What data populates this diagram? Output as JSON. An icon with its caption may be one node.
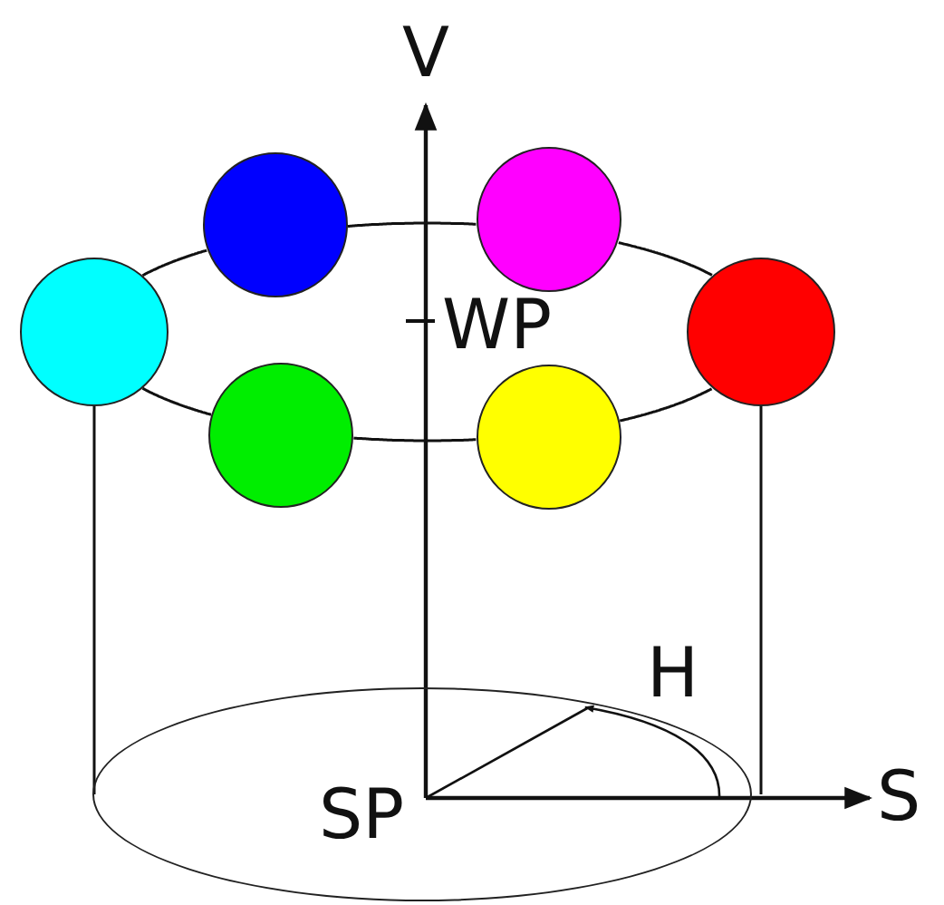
{
  "diagram": {
    "nodes": [
      {
        "text": [],
        "shape": "circle"
      },
      {
        "text": [],
        "shape": "circle"
      },
      {
        "text": [],
        "shape": "circle"
      },
      {
        "text": [],
        "shape": "circle"
      },
      {
        "text": [],
        "shape": "circle"
      },
      {
        "text": [],
        "shape": "circle"
      },
      {
        "text": [],
        "shape": "ellipse"
      }
    ],
    "edges": [
      {
        "from": 2,
        "to": 0,
        "arrow": "none"
      },
      {
        "from": 0,
        "to": 1,
        "arrow": "none"
      },
      {
        "from": 1,
        "to": 3,
        "arrow": "none"
      },
      {
        "from": 3,
        "to": 5,
        "arrow": "none"
      },
      {
        "from": 5,
        "to": 4,
        "arrow": "none"
      },
      {
        "from": 4,
        "to": 2,
        "arrow": "none"
      },
      {
        "from": 2,
        "to": 6,
        "arrow": "none"
      },
      {
        "from": 3,
        "to": 6,
        "arrow": "none"
      }
    ],
    "labels": [
      "V",
      "WP",
      "H",
      "S",
      "SP"
    ]
  }
}
